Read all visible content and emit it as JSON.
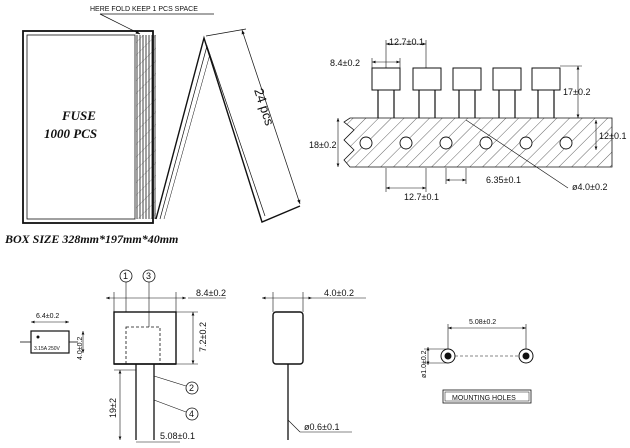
{
  "packing": {
    "fold_note": "HERE FOLD KEEP 1 PCS SPACE",
    "box_label_1": "FUSE",
    "box_label_2": "1000  PCS",
    "fold_count": "24  pcs",
    "box_size": "BOX  SIZE  328mm*197mm*40mm"
  },
  "tape": {
    "body_width": "8.4±0.2",
    "pitch_top": "12.7±0.1",
    "height": "17±0.2",
    "tape_left": "18±0.2",
    "tape_right": "12±0.1",
    "hole_pitch": "6.35±0.1",
    "pitch_bottom": "12.7±0.1",
    "hole_dia": "ø4.0±0.2"
  },
  "front_view": {
    "callouts": [
      "1",
      "3",
      "2",
      "4"
    ],
    "width": "8.4±0.2",
    "body_height": "7.2±0.2",
    "lead_length": "19±2",
    "lead_spacing": "5.08±0.1"
  },
  "top_view": {
    "width": "6.4±0.2",
    "depth": "4.0±0.2",
    "marking": "3.15A 250V"
  },
  "side_view": {
    "depth": "4.0±0.2",
    "lead_dia": "ø0.6±0.1"
  },
  "mounting": {
    "spacing": "5.08±0.2",
    "hole_dia": "ø1.0±0.2",
    "label": "MOUNTING HOLES"
  }
}
